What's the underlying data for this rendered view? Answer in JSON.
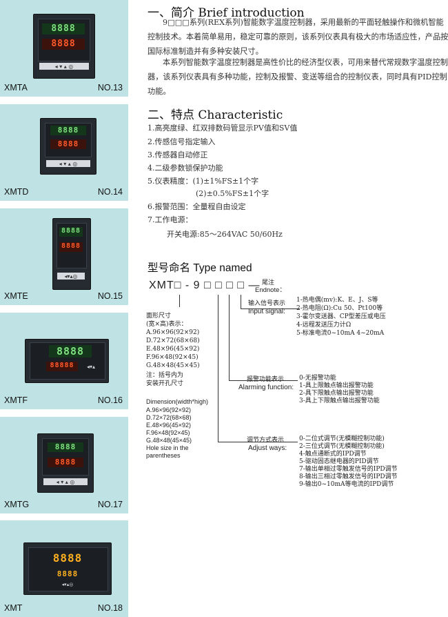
{
  "products": [
    {
      "name": "XMTA",
      "no": "NO.13",
      "pv": "8888",
      "sv": "8888"
    },
    {
      "name": "XMTD",
      "no": "NO.14",
      "pv": "8888",
      "sv": "8888"
    },
    {
      "name": "XMTE",
      "no": "NO.15",
      "pv": "8888",
      "sv": "8888"
    },
    {
      "name": "XMTF",
      "no": "NO.16",
      "pv": "8888",
      "sv": "88888"
    },
    {
      "name": "XMTG",
      "no": "NO.17",
      "pv": "8888",
      "sv": "8888"
    },
    {
      "name": "XMT",
      "no": "NO.18",
      "pv": "8888",
      "sv": "8888"
    }
  ],
  "intro": {
    "title": "一、简介 Brief introduction",
    "p1": "9□□□系列(REX系列)智能数字温度控制器，采用最新的平面轻触操作和微机智能控制技术。本着简单易用，稳定可靠的原则，该系列仪表具有极大的市场适应性，产品按国际标准制造并有多种安装尺寸。",
    "p2": "本系列智能数字温度控制器是高性价比的经济型仪表，可用来替代常规数字温度控制器，该系列仪表具有多种功能，控制及报警、变送等组合的控制仪表，同时具有PID控制功能。"
  },
  "features": {
    "title": "二、特点 Characteristic",
    "items": [
      "1.高亮度绿、红双排数码管显示PV值和SV值",
      "2.传感信号指定输入",
      "3.传感器自动修正",
      "4.二级参数锁保护功能",
      "5.仪表精度：(1)±1%FS±1个字",
      "(2)±0.5%FS±1个字",
      "6.报警范围：全量程自由设定",
      "7.工作电源：",
      "开关电源:85～264VAC 50/60Hz"
    ]
  },
  "model": {
    "title": "型号命名 Type named",
    "code": "XMT□ - 9 □ □ □ □ —",
    "endnote_cn": "尾注",
    "endnote_en": "Endnote：",
    "size_cn": [
      "面形尺寸",
      "(宽×高)表示：",
      "A.96×96(92×92)",
      "D.72×72(68×68)",
      "E.48×96(45×92)",
      "F.96×48(92×45)",
      "G.48×48(45×45)",
      "注：括号内为",
      "安装开孔尺寸"
    ],
    "size_en": [
      "Dimension(width*high)",
      "A.96×96(92×92)",
      "D.72×72(68×68)",
      "E.48×96(45×92)",
      "F.96×48(92×45)",
      "G.48×48(45×45)",
      "Hole size in the",
      "parentheses"
    ],
    "input_cn": "输入信号表示",
    "input_en": "Input signal:",
    "input_items": [
      "1-热电偶(mv):K、E、J、S等",
      "2-热电阻(Ω):Cu 50、Pt100等",
      "3-霍尔变送器、CP型差压或电压",
      "4-远程发送压力计Ω",
      "5-标准电流0~10mA  4~20mA"
    ],
    "alarm_cn": "报警功能表示",
    "alarm_en": "Alarming function:",
    "alarm_items": [
      "0-无报警功能",
      "1-具上限触点输出报警功能",
      "2-具下限触点输出报警功能",
      "3-具上下限触点输出报警功能"
    ],
    "adjust_cn": "调节方式表示",
    "adjust_en": "Adjust ways:",
    "adjust_items": [
      "0-二位式调节(无模糊控制功能)",
      "2-三位式调节(无模糊控制功能)",
      "4-触点通断式的IPD调节",
      "5-驱动固态继电器的PID调节",
      "7-输出单相过零触发信号的IPD调节",
      "8-输出三相过零触发信号的IPD调节",
      "9-输出0~10mA等电流的IPD调节"
    ]
  }
}
